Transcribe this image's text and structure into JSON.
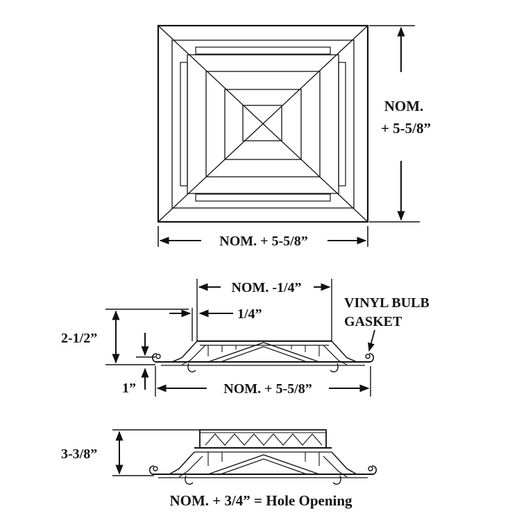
{
  "colors": {
    "ink": "#111111",
    "paper": "#ffffff"
  },
  "top_view": {
    "side_label_line1": "NOM.",
    "side_label_line2": "+ 5-5/8”",
    "bottom_label": "NOM. +  5-5/8”"
  },
  "section_view": {
    "top_width_label": "NOM. -1/4”",
    "offset_label": "1/4”",
    "gasket_line1": "VINYL BULB",
    "gasket_line2": "GASKET",
    "height_label": "2-1/2”",
    "flange_label": "1”",
    "bottom_label": "NOM. +  5-5/8”"
  },
  "lower_view": {
    "height_label": "3-3/8”",
    "caption": "NOM. +  3/4”  = Hole Opening"
  }
}
